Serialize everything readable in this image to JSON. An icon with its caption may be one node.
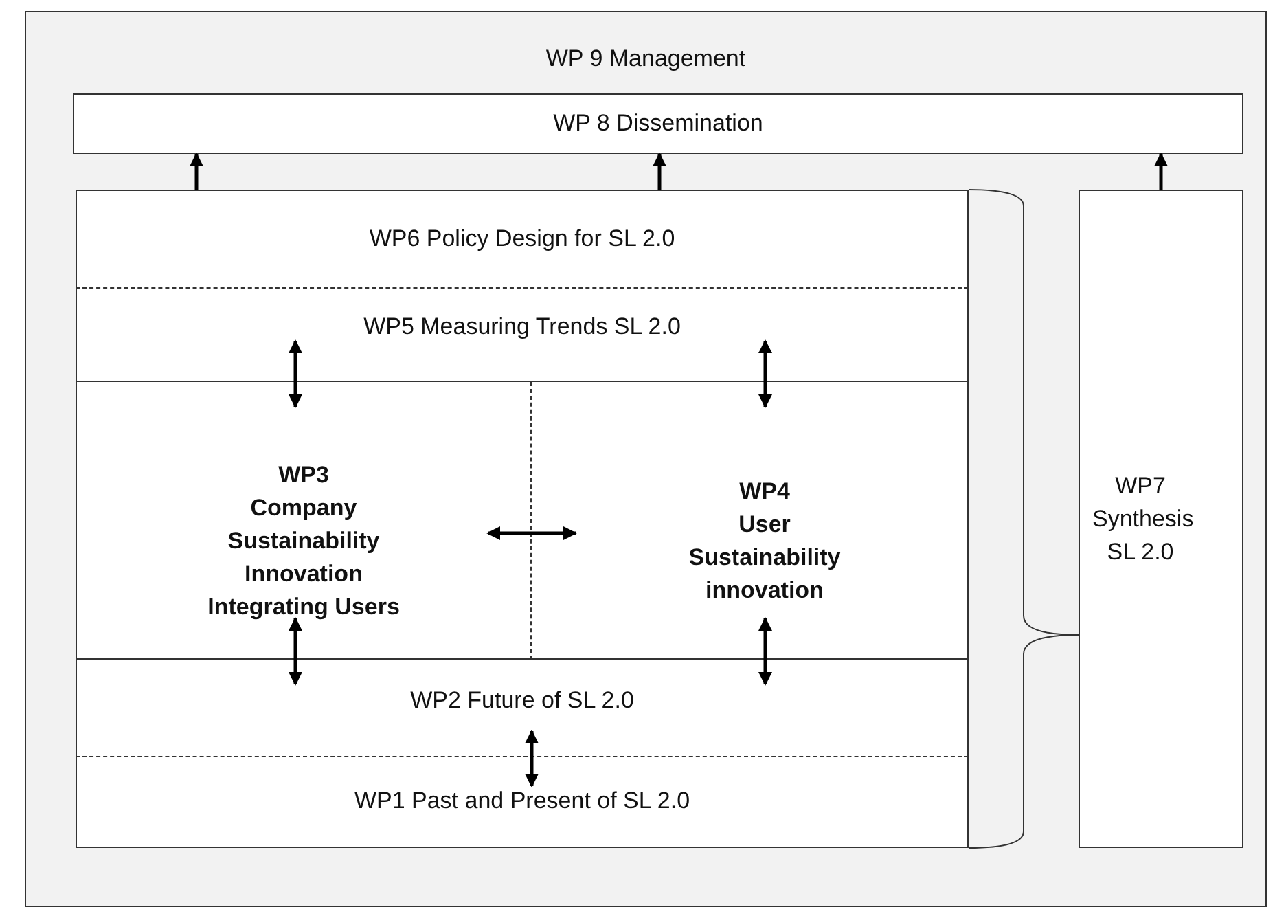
{
  "diagram": {
    "nodes": [
      {
        "text": [
          "WP 9 Management"
        ]
      },
      {
        "text": [
          "WP 8 Dissemination"
        ],
        "in": 0
      },
      {
        "text": [
          "WP6 Policy Design for SL 2.0"
        ],
        "in": 0
      },
      {
        "text": [
          "WP5 Measuring Trends SL 2.0"
        ],
        "in": 0
      },
      {
        "text": [
          "WP3",
          "Company Sustainability Innovation Integrating Users"
        ],
        "in": 0
      },
      {
        "text": [
          "WP4",
          "User Sustainability innovation"
        ],
        "in": 0
      },
      {
        "text": [
          "WP2 Future of SL 2.0"
        ],
        "in": 0
      },
      {
        "text": [
          "WP1 Past and Present of SL 2.0"
        ],
        "in": 0
      },
      {
        "text": [
          "WP7 Synthesis SL 2.0"
        ],
        "in": 0
      }
    ],
    "edges": [
      {
        "from": 2,
        "to": 1,
        "arrow": "to"
      },
      {
        "from": 2,
        "to": 1,
        "arrow": "to"
      },
      {
        "from": 8,
        "to": 1,
        "arrow": "to"
      },
      {
        "from": 3,
        "to": 4,
        "arrow": "both"
      },
      {
        "from": 3,
        "to": 5,
        "arrow": "both"
      },
      {
        "from": 4,
        "to": 6,
        "arrow": "both"
      },
      {
        "from": 5,
        "to": 6,
        "arrow": "both"
      },
      {
        "from": 4,
        "to": 5,
        "arrow": "both"
      },
      {
        "from": 6,
        "to": 7,
        "arrow": "both"
      }
    ]
  }
}
